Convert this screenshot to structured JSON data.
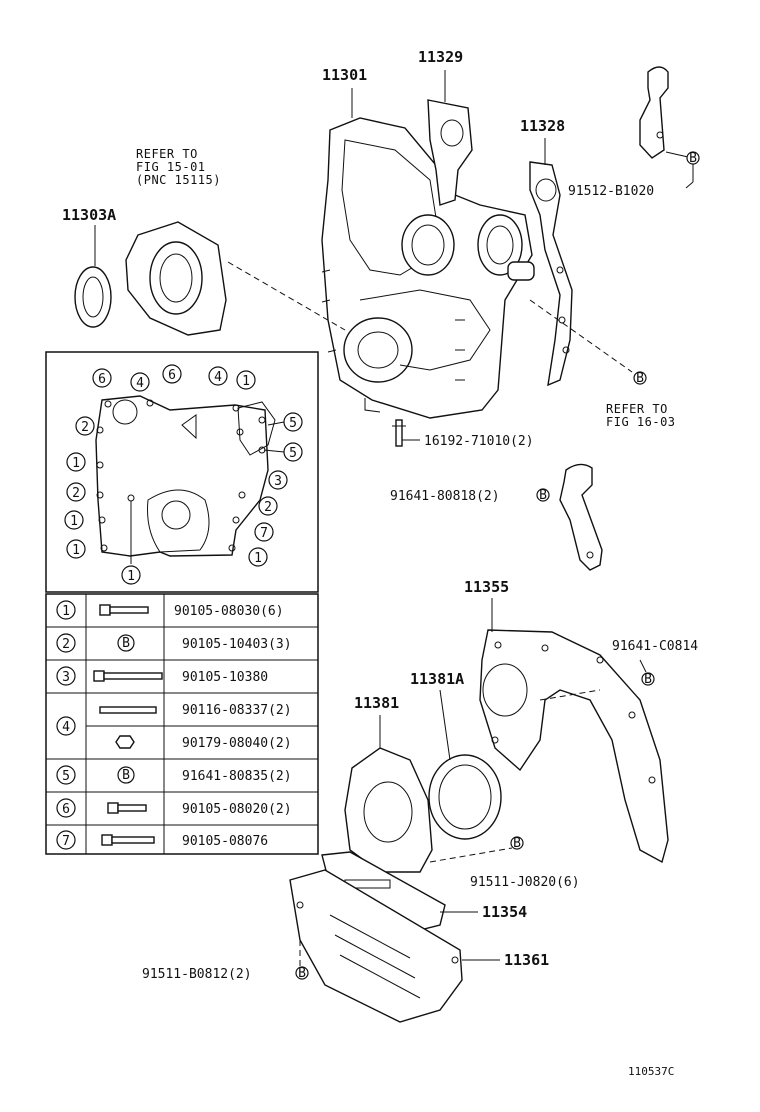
{
  "callouts": {
    "p11301": "11301",
    "p11329": "11329",
    "p11328": "11328",
    "p11303a": "11303A",
    "p11355": "11355",
    "p11381a": "11381A",
    "p11381": "11381",
    "p11354": "11354",
    "p11361": "11361",
    "f91512": "91512-B1020",
    "f16192": "16192-71010(2)",
    "f91641_808": "91641-80818(2)",
    "f91641_c": "91641-C0814",
    "f91511_j": "91511-J0820(6)",
    "f91511_b": "91511-B0812(2)"
  },
  "refs": {
    "ref1_l1": "REFER TO",
    "ref1_l2": "FIG 15-01",
    "ref1_l3": "(PNC 15115)",
    "ref2_l1": "REFER TO",
    "ref2_l2": "FIG 16-03"
  },
  "bolt_marker": "B",
  "inset_markers": [
    "6",
    "4",
    "6",
    "4",
    "1",
    "2",
    "5",
    "5",
    "1",
    "3",
    "2",
    "2",
    "1",
    "7",
    "1",
    "1",
    "1"
  ],
  "legend": {
    "rows": [
      {
        "key": "1",
        "part": "90105-08030(6)"
      },
      {
        "key": "2",
        "part": "90105-10403(3)"
      },
      {
        "key": "3",
        "part": "90105-10380"
      },
      {
        "key": "4",
        "part": "90116-08337(2)"
      },
      {
        "key": "",
        "part": "90179-08040(2)"
      },
      {
        "key": "5",
        "part": "91641-80835(2)"
      },
      {
        "key": "6",
        "part": "90105-08020(2)"
      },
      {
        "key": "7",
        "part": "90105-08076"
      }
    ]
  },
  "diagram_id": "110537C"
}
